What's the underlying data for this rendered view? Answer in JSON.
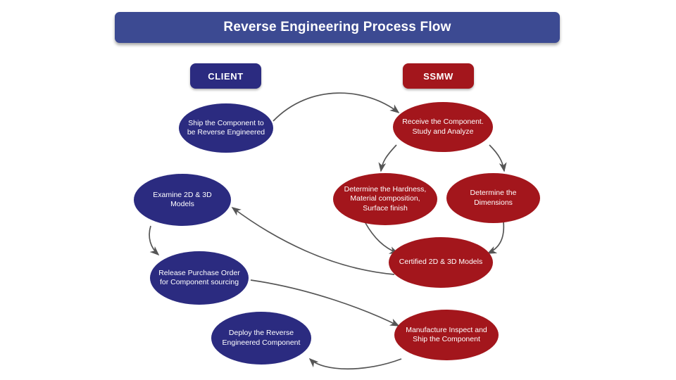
{
  "title": {
    "text": "Reverse Engineering Process Flow"
  },
  "colors": {
    "banner": "#3c4a92",
    "client_blue": "#2b2b80",
    "ssmw_red": "#a3161c",
    "arrow": "#555555",
    "background": "#ffffff",
    "text": "#ffffff"
  },
  "lanes": [
    {
      "id": "client",
      "label": "CLIENT",
      "color": "#2b2b80"
    },
    {
      "id": "ssmw",
      "label": "SSMW",
      "color": "#a3161c"
    }
  ],
  "nodes": [
    {
      "id": "ship",
      "label": "Ship the Component to be Reverse Engineered",
      "lane": "client",
      "color": "#2b2b80"
    },
    {
      "id": "receive",
      "label": "Receive the Component. Study and Analyze",
      "lane": "ssmw",
      "color": "#a3161c"
    },
    {
      "id": "examine",
      "label": "Examine 2D & 3D Models",
      "lane": "client",
      "color": "#2b2b80"
    },
    {
      "id": "hardness",
      "label": "Determine the Hardness, Material composition, Surface finish",
      "lane": "ssmw",
      "color": "#a3161c"
    },
    {
      "id": "dimensions",
      "label": "Determine the Dimensions",
      "lane": "ssmw",
      "color": "#a3161c"
    },
    {
      "id": "certified",
      "label": "Certified 2D & 3D Models",
      "lane": "ssmw",
      "color": "#a3161c"
    },
    {
      "id": "release",
      "label": "Release Purchase Order for Component sourcing",
      "lane": "client",
      "color": "#2b2b80"
    },
    {
      "id": "deploy",
      "label": "Deploy the Reverse Engineered Component",
      "lane": "client",
      "color": "#2b2b80"
    },
    {
      "id": "manufacture",
      "label": "Manufacture Inspect and Ship the Component",
      "lane": "ssmw",
      "color": "#a3161c"
    }
  ],
  "connectors": [
    {
      "id": "ship-to-receive",
      "from": "ship",
      "to": "receive"
    },
    {
      "id": "receive-to-hardness",
      "from": "receive",
      "to": "hardness"
    },
    {
      "id": "receive-to-dimensions",
      "from": "receive",
      "to": "dimensions"
    },
    {
      "id": "hardness-to-certified",
      "from": "hardness",
      "to": "certified"
    },
    {
      "id": "dimensions-to-certified",
      "from": "dimensions",
      "to": "certified"
    },
    {
      "id": "certified-to-examine",
      "from": "certified",
      "to": "examine"
    },
    {
      "id": "examine-to-release",
      "from": "examine",
      "to": "release"
    },
    {
      "id": "release-to-manufacture",
      "from": "release",
      "to": "manufacture"
    },
    {
      "id": "manufacture-to-deploy",
      "from": "manufacture",
      "to": "deploy"
    }
  ]
}
